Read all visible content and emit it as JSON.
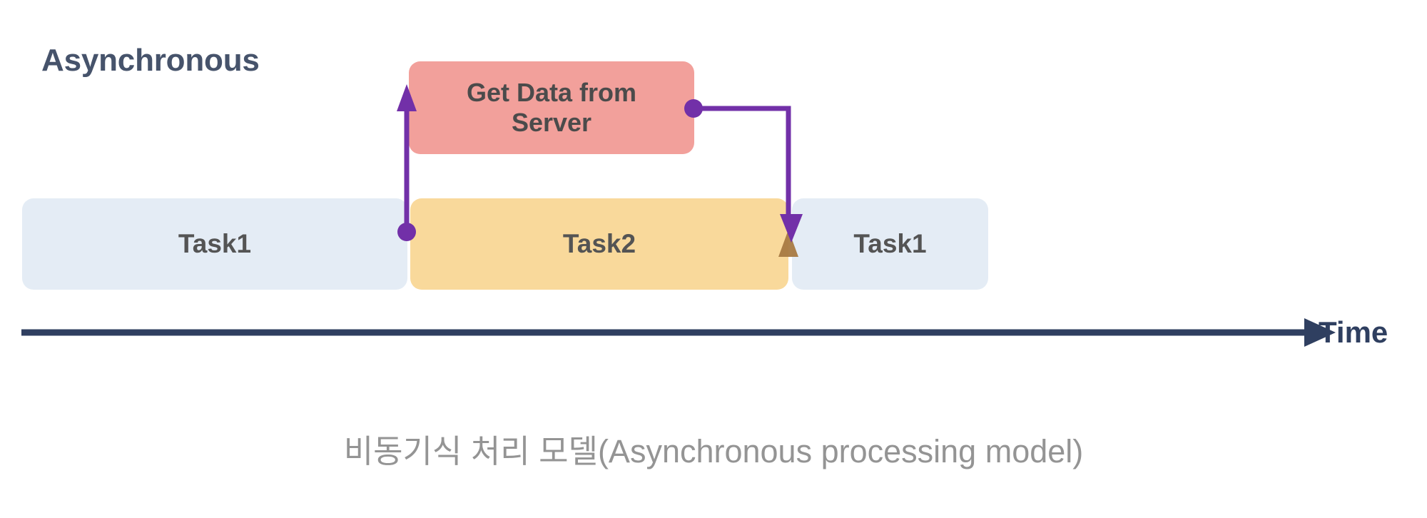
{
  "diagram": {
    "section_title": "Asynchronous",
    "callout": {
      "label": "Get Data from\nServer",
      "color": "#f2a09b"
    },
    "timeline": {
      "bars": [
        {
          "label": "Task1",
          "color": "#e4ecf5"
        },
        {
          "label": "Task2",
          "color": "#f9d99b"
        },
        {
          "label": "Task1",
          "color": "#e4ecf5"
        }
      ],
      "axis_label": "Time",
      "axis_color": "#2f3f60"
    },
    "connector": {
      "color": "#7230a8",
      "arrowhead_accent": "#a87a42"
    },
    "caption": "비동기식 처리 모델(Asynchronous processing model)",
    "caption_color": "#949494"
  }
}
